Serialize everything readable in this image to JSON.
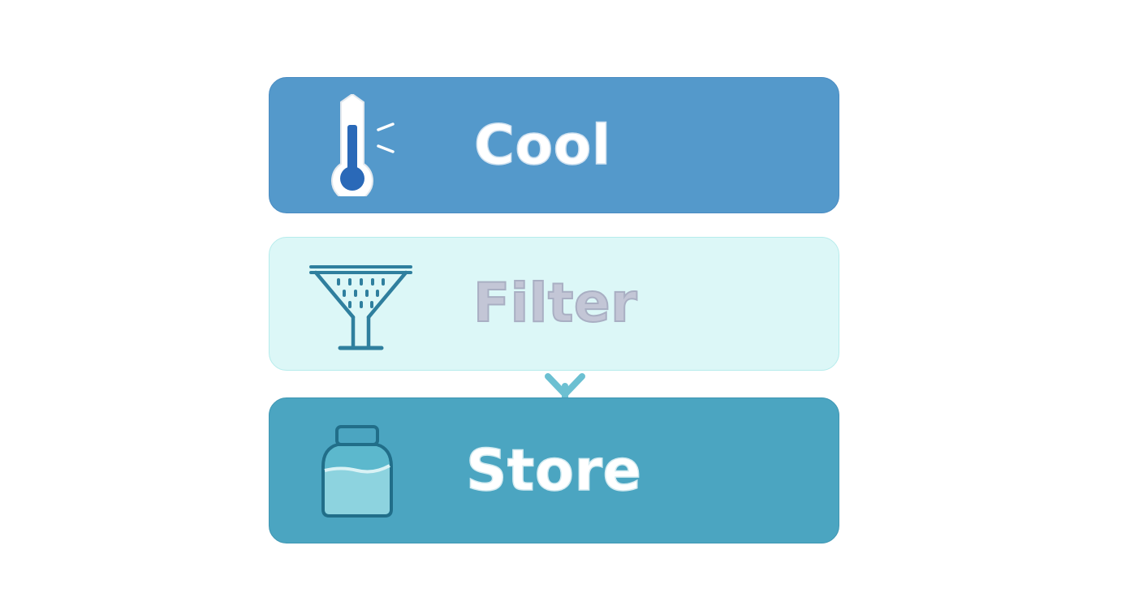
{
  "colors": {
    "background": "#ffffff",
    "cool_fill": "#5499cb",
    "filter_fill": "#dcf7f7",
    "store_fill": "#4ba5c1",
    "filter_text": "#c3c6d6",
    "icon_dark": "#2f7f9e",
    "thermometer_blue": "#2a69b8",
    "arrow": "#6cc0d2"
  },
  "steps": [
    {
      "label": "Cool",
      "icon": "thermometer-icon"
    },
    {
      "label": "Filter",
      "icon": "funnel-filter-icon"
    },
    {
      "label": "Store",
      "icon": "jar-icon"
    }
  ],
  "connector": {
    "icon": "chevron-down-icon"
  }
}
